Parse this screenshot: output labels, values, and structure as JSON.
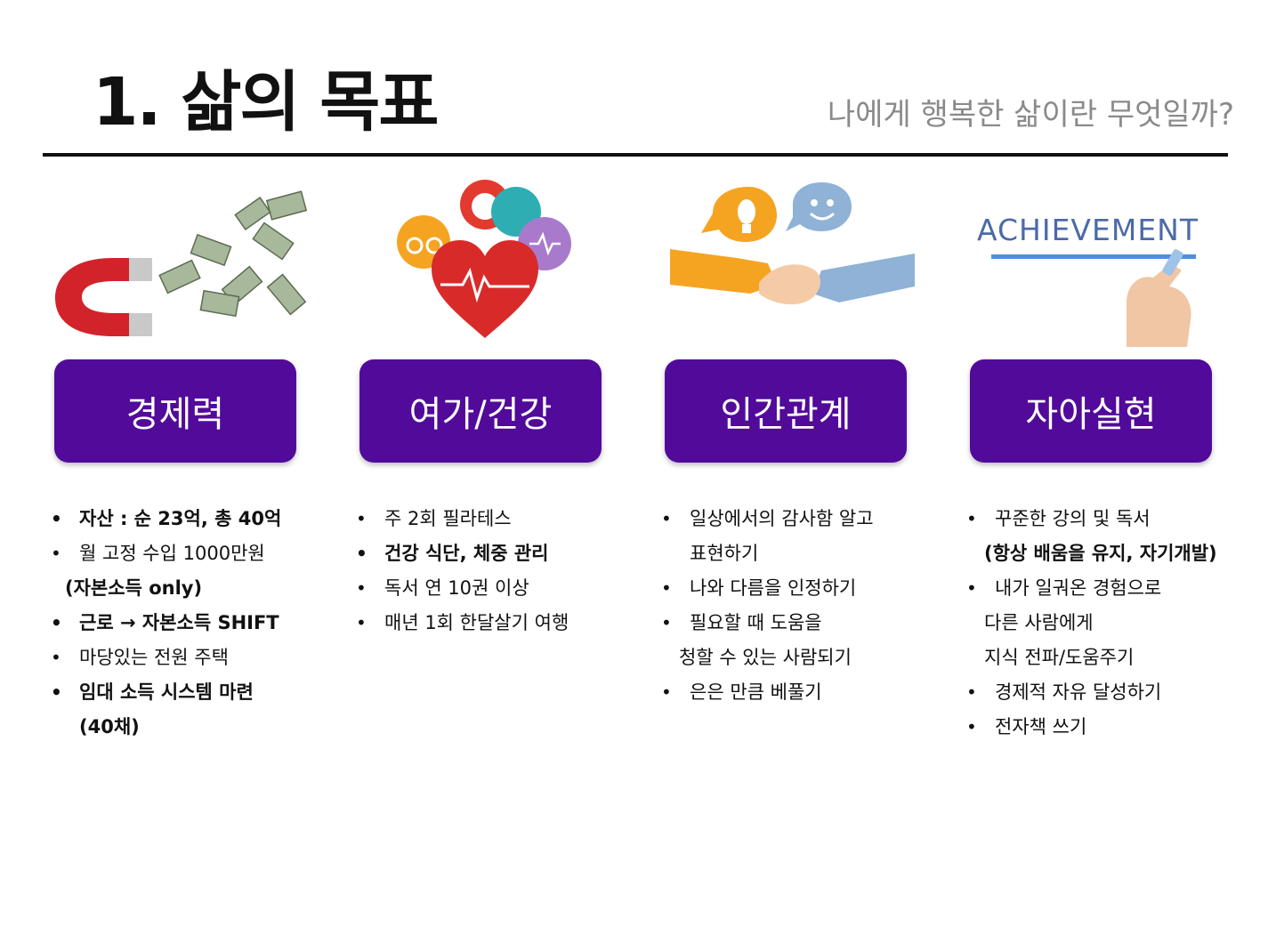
{
  "title": "1. 삶의 목표",
  "subtitle": "나에게 행복한 삶이란 무엇일까?",
  "colors": {
    "accent": "#520a9a",
    "divider": "#111111",
    "subtitle": "#8a8a8a"
  },
  "illustrations": {
    "economy": "magnet-money-icon",
    "health": "heart-apple-bike-icon",
    "relations": "handshake-speech-icon",
    "self": "hand-writing-icon",
    "self_word": "ACHIEVEMENT"
  },
  "columns": [
    {
      "heading": "경제력",
      "items": [
        {
          "text": "자산 : 순 23억, 총 40억"
        },
        {
          "text": "월 고정 수입 1000만원"
        },
        {
          "text": "(자본소득 only)"
        },
        {
          "text": "근로 → 자본소득 SHIFT"
        },
        {
          "text": "마당있는 전원 주택"
        },
        {
          "text": "임대 소득 시스템 마련"
        },
        {
          "text": "(40채)"
        }
      ]
    },
    {
      "heading": "여가/건강",
      "items": [
        {
          "text": "주 2회 필라테스"
        },
        {
          "text": "건강 식단, 체중 관리"
        },
        {
          "text": "독서 연 10권 이상"
        },
        {
          "text": "매년 1회 한달살기 여행"
        }
      ]
    },
    {
      "heading": "인간관계",
      "items": [
        {
          "text": "일상에서의 감사함 알고"
        },
        {
          "text": "표현하기"
        },
        {
          "text": "나와 다름을 인정하기"
        },
        {
          "text": "필요할 때 도움을"
        },
        {
          "text": "청할 수 있는 사람되기"
        },
        {
          "text": "은은 만큼 베풀기"
        }
      ]
    },
    {
      "heading": "자아실현",
      "items": [
        {
          "text": "꾸준한 강의 및 독서"
        },
        {
          "text": "(항상 배움을 유지, 자기개발)"
        },
        {
          "text": "내가 일궈온 경험으로"
        },
        {
          "text": "다른 사람에게"
        },
        {
          "text": "지식 전파/도움주기"
        },
        {
          "text": "경제적 자유 달성하기"
        },
        {
          "text": "전자책 쓰기"
        }
      ]
    }
  ]
}
